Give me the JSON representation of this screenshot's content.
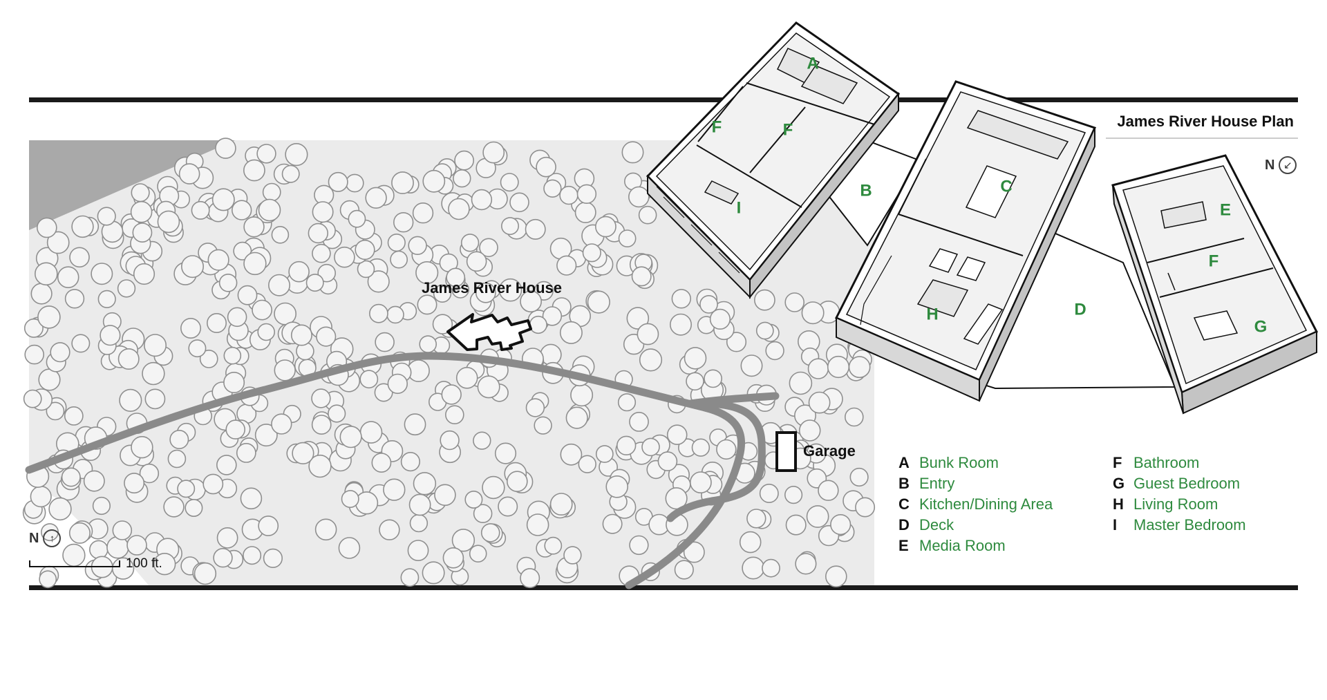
{
  "plan_title": "James River House Plan",
  "site_map": {
    "house_label": "James River House",
    "garage_label": "Garage",
    "scale_label": "100 ft.",
    "north_label": "N",
    "north_icon": "north-arrow-up-icon"
  },
  "plan": {
    "north_label": "N",
    "north_icon": "north-arrow-down-left-icon",
    "rooms": [
      {
        "key": "A"
      },
      {
        "key": "B"
      },
      {
        "key": "C"
      },
      {
        "key": "D"
      },
      {
        "key": "E"
      },
      {
        "key": "F"
      },
      {
        "key": "G"
      },
      {
        "key": "H"
      },
      {
        "key": "I"
      }
    ]
  },
  "legend": {
    "col1": [
      {
        "key": "A",
        "name": "Bunk Room"
      },
      {
        "key": "B",
        "name": "Entry"
      },
      {
        "key": "C",
        "name": "Kitchen/Dining Area"
      },
      {
        "key": "D",
        "name": "Deck"
      },
      {
        "key": "E",
        "name": "Media Room"
      }
    ],
    "col2": [
      {
        "key": "F",
        "name": "Bathroom"
      },
      {
        "key": "G",
        "name": "Guest Bedroom"
      },
      {
        "key": "H",
        "name": "Living Room"
      },
      {
        "key": "I",
        "name": "Master Bedroom"
      }
    ]
  },
  "colors": {
    "room_label": "#2e8a3e",
    "road": "#8a8a8a",
    "forest_bg": "#ebebeb",
    "river": "#a9a9a9",
    "rule": "#1a1a1a"
  }
}
